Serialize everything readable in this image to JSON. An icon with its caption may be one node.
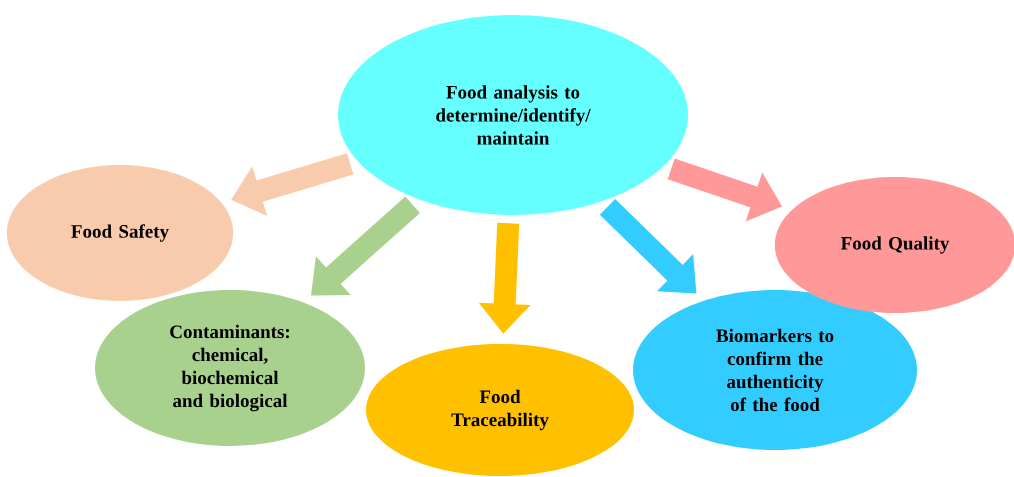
{
  "diagram": {
    "nodes": [
      {
        "text": [
          "Food analysis to determine/identify/ maintain"
        ]
      },
      {
        "text": [
          "Food Safety"
        ]
      },
      {
        "text": [
          "Contaminants: chemical, biochemical and biological"
        ]
      },
      {
        "text": [
          "Food Traceability"
        ]
      },
      {
        "text": [
          "Biomarkers to confirm the authenticity of the food"
        ]
      },
      {
        "text": [
          "Food Quality"
        ]
      }
    ],
    "edges": [
      {
        "from": 0,
        "to": 1,
        "arrow": "to",
        "color": "#f8cbad"
      },
      {
        "from": 0,
        "to": 2,
        "arrow": "to",
        "color": "#a9d18e"
      },
      {
        "from": 0,
        "to": 3,
        "arrow": "to",
        "color": "#ffc000"
      },
      {
        "from": 0,
        "to": 4,
        "arrow": "to",
        "color": "#33ccff"
      },
      {
        "from": 0,
        "to": 5,
        "arrow": "to",
        "color": "#ff9999"
      }
    ]
  }
}
